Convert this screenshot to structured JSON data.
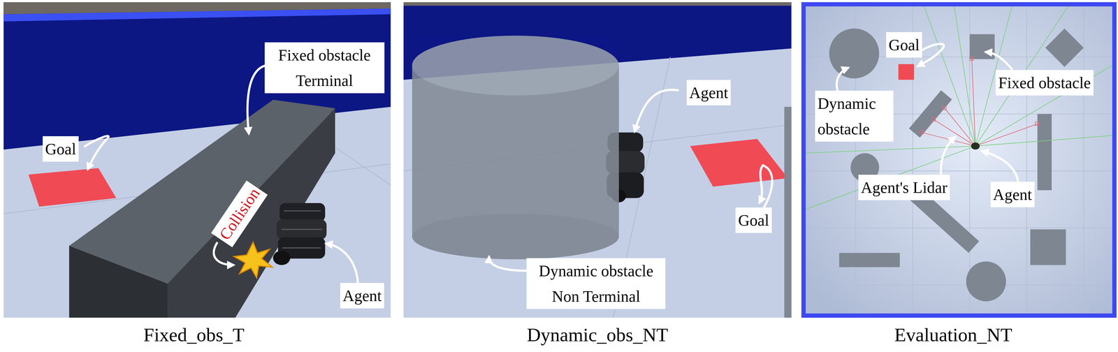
{
  "diagram": {
    "labels": [
      "Fixed obstacle Terminal",
      "Goal",
      "Collision",
      "Agent",
      "Fixed_obs_T",
      "Agent",
      "Dynamic obstacle Non Terminal",
      "Goal",
      "Dynamic_obs_NT",
      "Goal",
      "Dynamic obstacle",
      "Fixed obstacle",
      "Agent's Lidar",
      "Agent",
      "Evaluation_NT"
    ]
  }
}
